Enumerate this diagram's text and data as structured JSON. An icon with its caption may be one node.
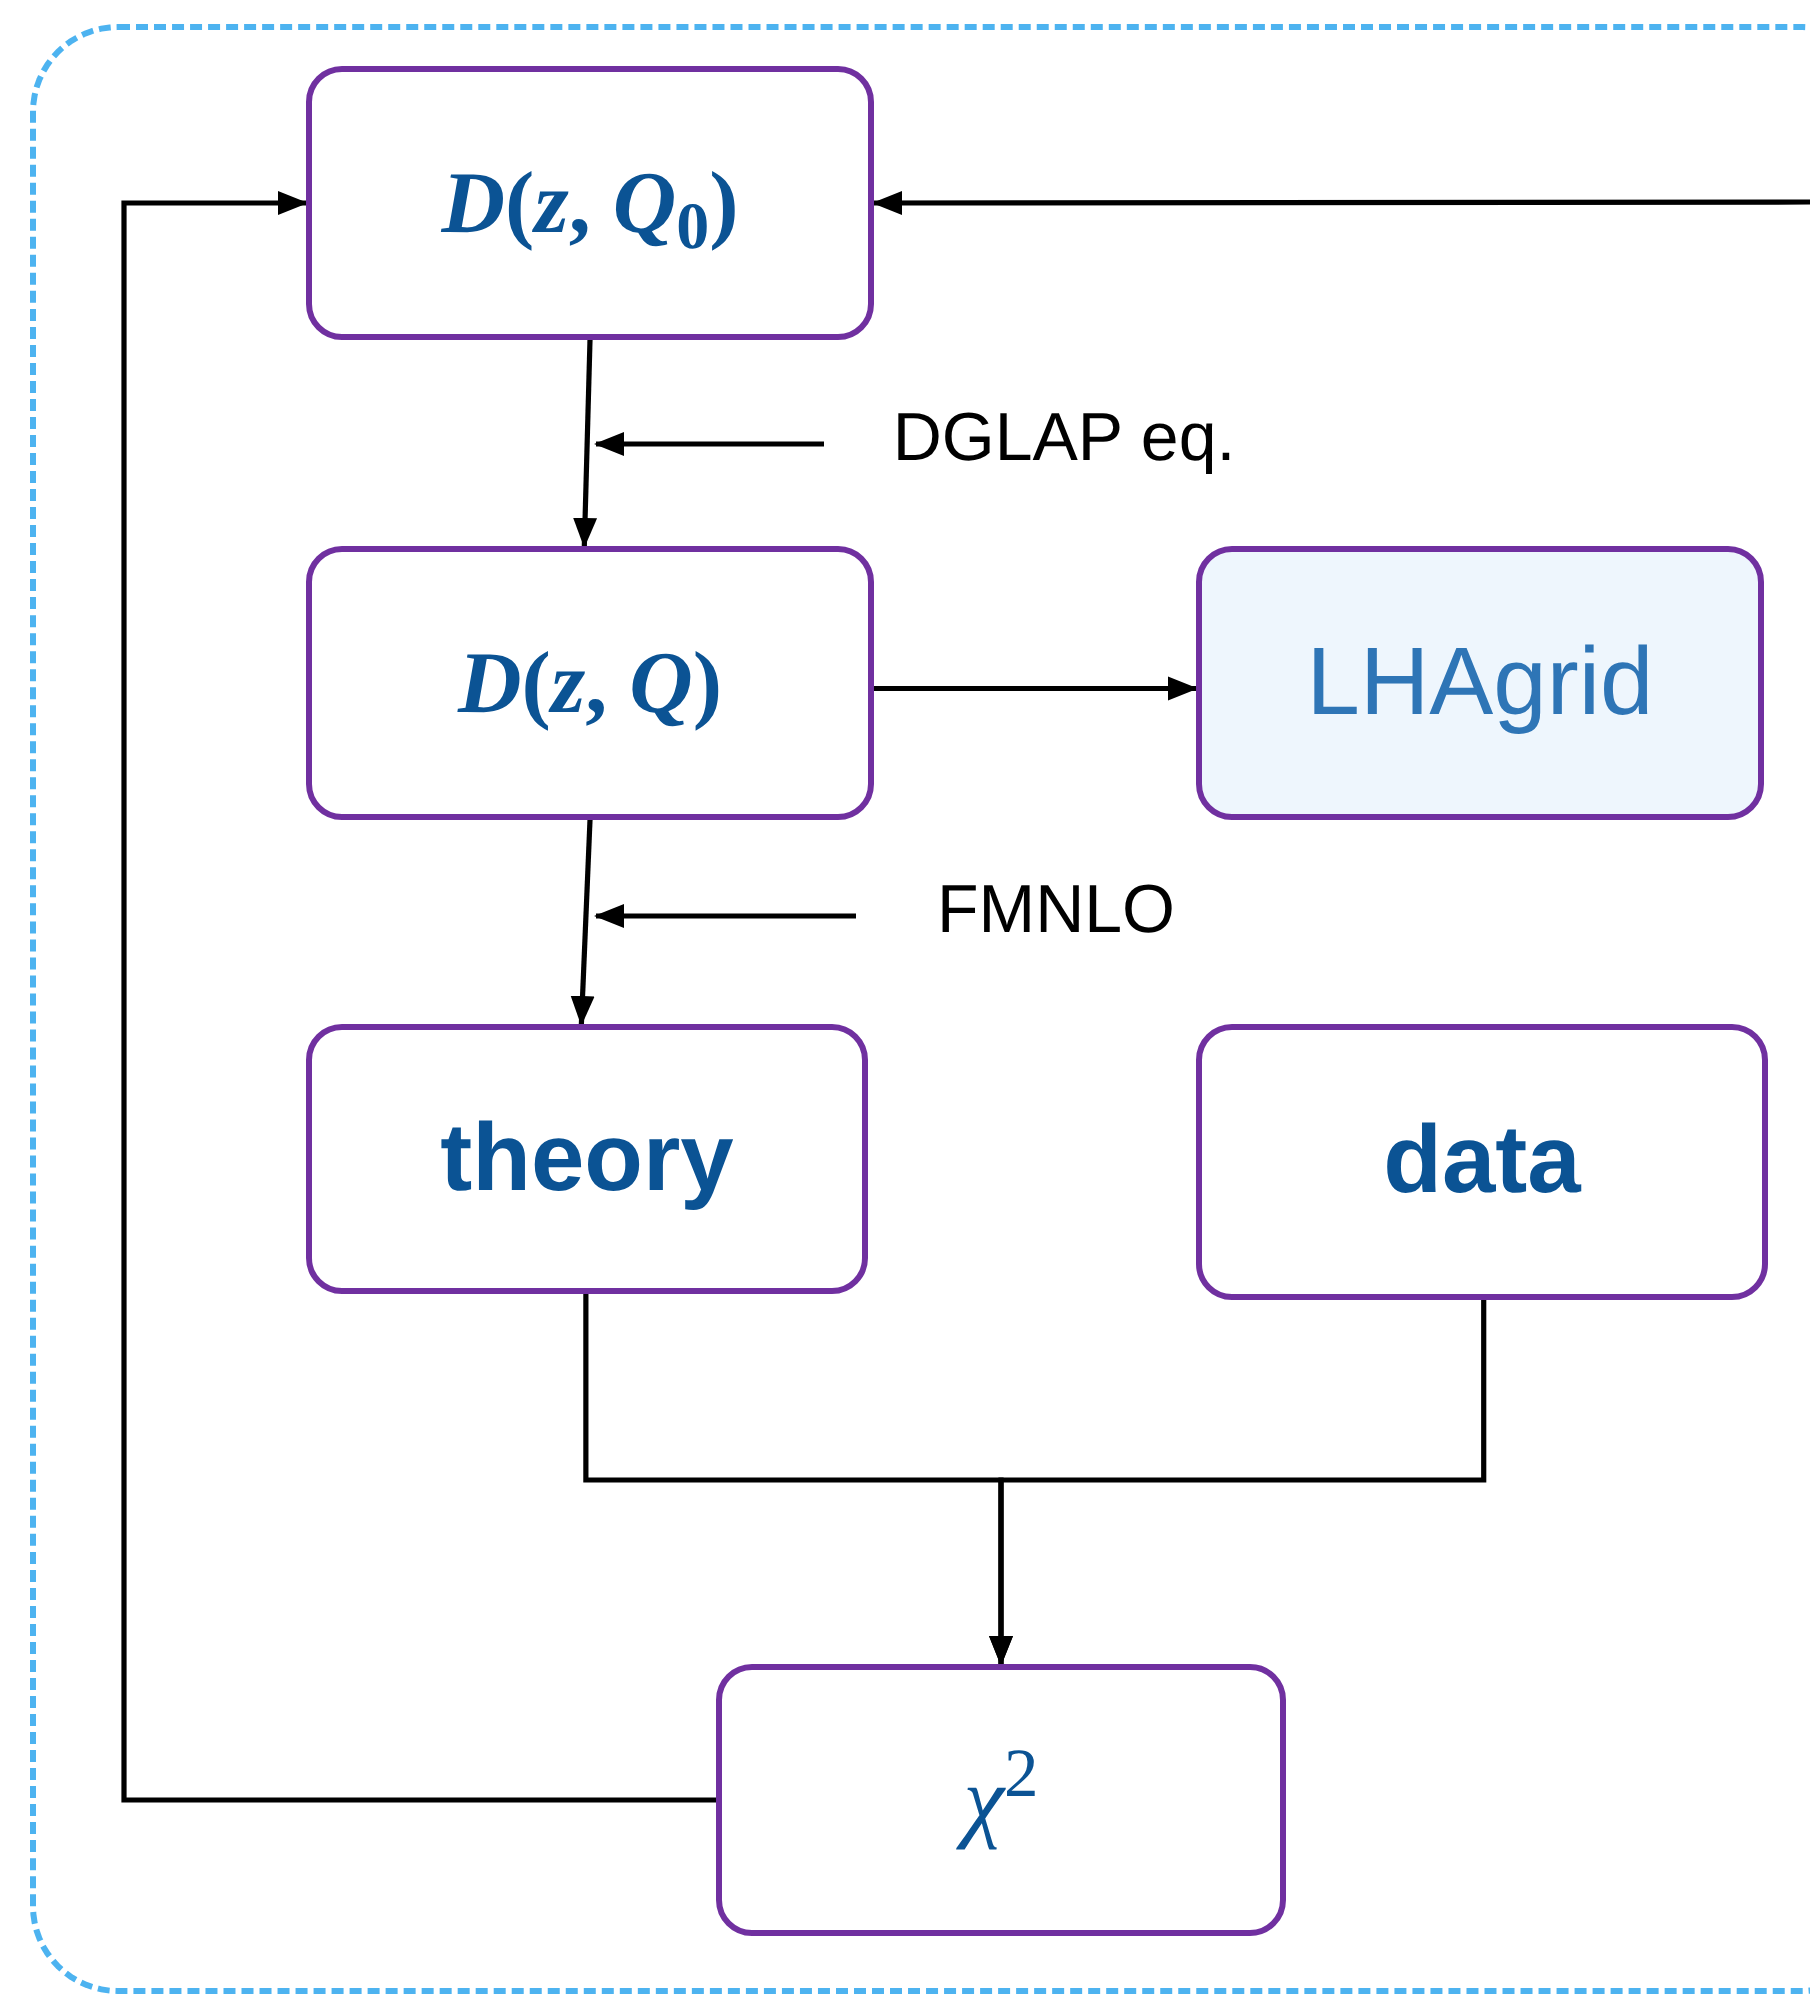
{
  "diagram": {
    "nodes": [
      {
        "text": [],
        "shape": "box"
      },
      {
        "text": [
          "*D*(*z*, *Q*$_{0}$)"
        ],
        "in": 0
      },
      {
        "text": [
          "*D*(*z*, *Q*)"
        ],
        "in": 0
      },
      {
        "text": [
          "LHAgrid"
        ],
        "in": 0
      },
      {
        "text": [
          "theory"
        ],
        "in": 0
      },
      {
        "text": [
          "data"
        ],
        "in": 0
      },
      {
        "text": [
          "*χ*$^{2}$"
        ],
        "in": 0
      },
      {
        "text": [
          "DGLAP eq."
        ],
        "in": 0
      },
      {
        "text": [
          "FMNLO"
        ],
        "in": 0
      }
    ],
    "edges": [
      {
        "from": 1,
        "to": 2,
        "arrow": "to"
      },
      {
        "from": 7,
        "to": null,
        "arrow": "to"
      },
      {
        "from": 2,
        "to": 3,
        "arrow": "to"
      },
      {
        "from": 2,
        "to": 4,
        "arrow": "to"
      },
      {
        "from": 8,
        "to": null,
        "arrow": "to"
      },
      {
        "from": 4,
        "to": 6,
        "arrow": "to"
      },
      {
        "from": 5,
        "to": 6,
        "arrow": "to"
      },
      {
        "from": 6,
        "to": 1,
        "arrow": "to"
      },
      {
        "from": null,
        "to": 1,
        "arrow": "to"
      }
    ]
  }
}
